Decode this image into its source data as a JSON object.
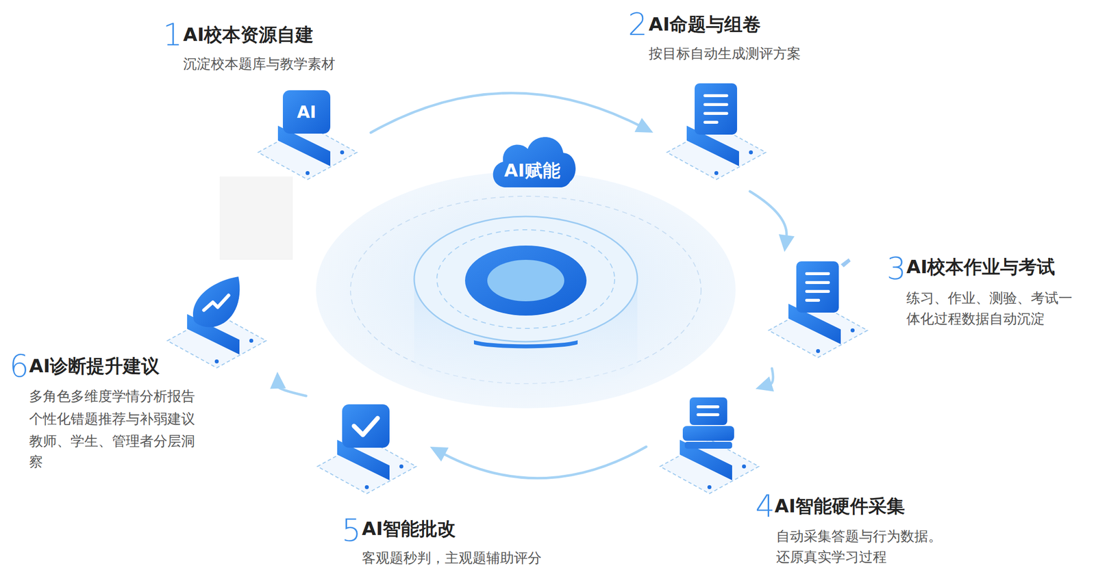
{
  "diagram": {
    "nodes": [
      {
        "text": [
          "AI校本资源自建",
          "沉淀校本题库与教学素材"
        ]
      },
      {
        "text": [
          "AI命题与组卷",
          "按目标自动生成测评方案"
        ]
      },
      {
        "text": [
          "AI校本作业与考试",
          "练习、作业、测验、考试一体化过程数据自动沉淀"
        ]
      },
      {
        "text": [
          "AI智能硬件采集",
          "自动采集答题与行为数据。 还原真实学习过程"
        ]
      },
      {
        "text": [
          "AI智能批改",
          "客观题秒判，主观题辅助评分"
        ]
      },
      {
        "text": [
          "AI诊断提升建议",
          "多角色多维度学情分析报告",
          "个性化错题推荐与补弱建议",
          "教师、学生、管理者分层洞察"
        ]
      },
      {
        "text": [
          "AI赋能"
        ]
      }
    ],
    "edges": [
      {
        "from": 0,
        "to": 1,
        "arrow": "to"
      },
      {
        "from": 1,
        "to": 2,
        "arrow": "to"
      },
      {
        "from": 2,
        "to": 3,
        "arrow": "to"
      },
      {
        "from": 3,
        "to": 4,
        "arrow": "to"
      },
      {
        "from": 4,
        "to": 5,
        "arrow": "to"
      }
    ],
    "labels": [
      "1",
      "2",
      "3",
      "4",
      "5",
      "6",
      "AI"
    ]
  }
}
